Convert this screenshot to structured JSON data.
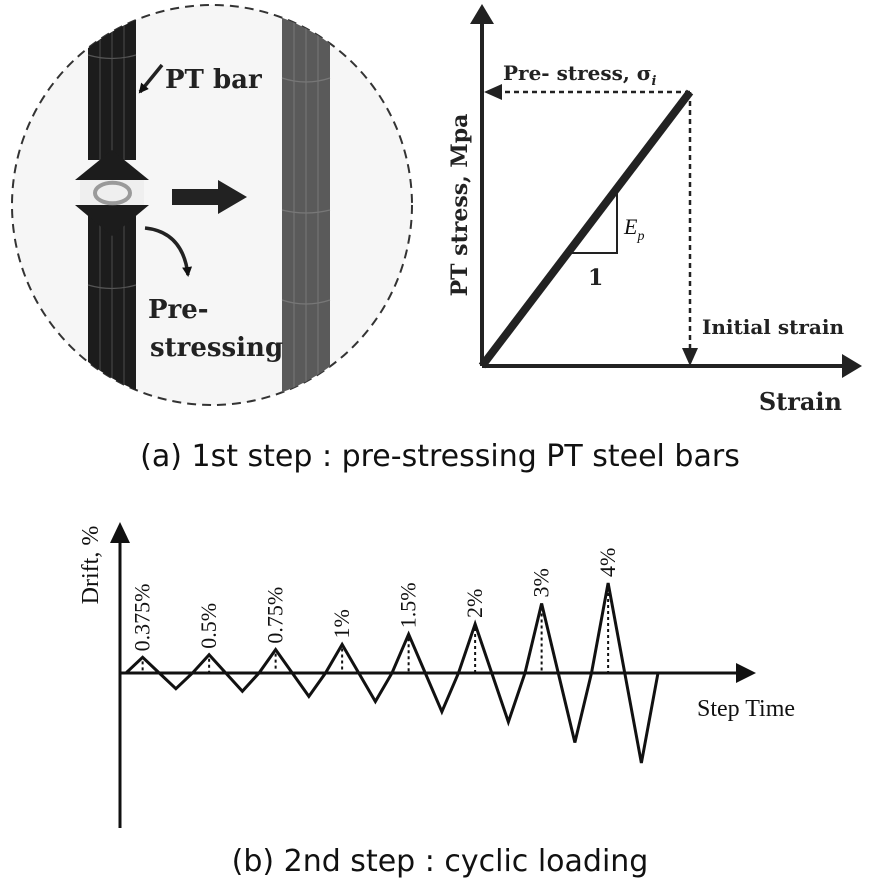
{
  "panel_a": {
    "caption": "(a) 1st step : pre-stressing PT steel bars",
    "left_illustration": {
      "label_bar": "PT bar",
      "label_prestressing_1": "Pre-",
      "label_prestressing_2": "stressing"
    },
    "stress_strain": {
      "y_axis_label": "PT stress, Mpa",
      "x_axis_label": "Strain",
      "prestress_label": "Pre- stress, σ",
      "prestress_subscript": "i",
      "slope_label": "E",
      "slope_subscript": "p",
      "slope_run": "1",
      "initial_strain_label": "Initial strain"
    }
  },
  "panel_b": {
    "caption": "(b) 2nd step : cyclic loading",
    "y_axis_label": "Drift, %",
    "x_axis_label": "Step Time",
    "chart_data": {
      "type": "line",
      "cycles": [
        {
          "label": "0.375%",
          "peak": 0.375
        },
        {
          "label": "0.5%",
          "peak": 0.5
        },
        {
          "label": "0.75%",
          "peak": 0.75
        },
        {
          "label": "1%",
          "peak": 1.0
        },
        {
          "label": "1.5%",
          "peak": 1.5
        },
        {
          "label": "2%",
          "peak": 2.0
        },
        {
          "label": "3%",
          "peak": 3.0
        },
        {
          "label": "4%",
          "peak": 4.0
        }
      ]
    }
  }
}
